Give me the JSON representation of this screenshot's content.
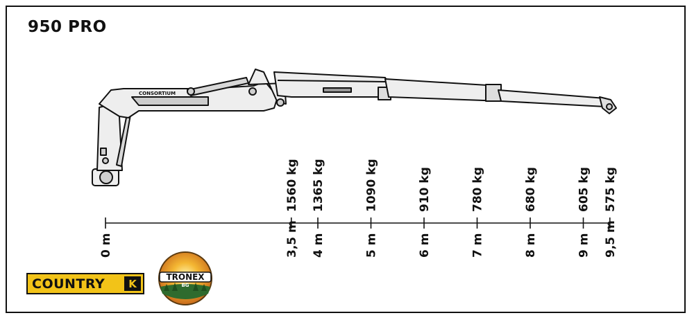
{
  "title": "950 PRO",
  "distances": [
    {
      "distance": 3.5,
      "label": "3,5 m",
      "capacity": "1560 kg"
    },
    {
      "distance": 4,
      "label": "4 m",
      "capacity": "1365 kg"
    },
    {
      "distance": 5,
      "label": "5 m",
      "capacity": "1090 kg"
    },
    {
      "distance": 6,
      "label": "6 m",
      "capacity": "910 kg"
    },
    {
      "distance": 7,
      "label": "7 m",
      "capacity": "780 kg"
    },
    {
      "distance": 8,
      "label": "8 m",
      "capacity": "680 kg"
    },
    {
      "distance": 9,
      "label": "9 m",
      "capacity": "605 kg"
    },
    {
      "distance": 9.5,
      "label": "9,5 m",
      "capacity": "575 kg"
    }
  ],
  "origin_label": "0 m",
  "logos": {
    "country": {
      "text": "COUNTRY",
      "mark": "K",
      "color": "#f2c318"
    },
    "tronex": {
      "text": "TRONEX",
      "sub": "BG"
    }
  },
  "boom_brand_text": "CONSORTIUM",
  "colors": {
    "line": "#111111",
    "boom_fill": "#eeeeee"
  }
}
